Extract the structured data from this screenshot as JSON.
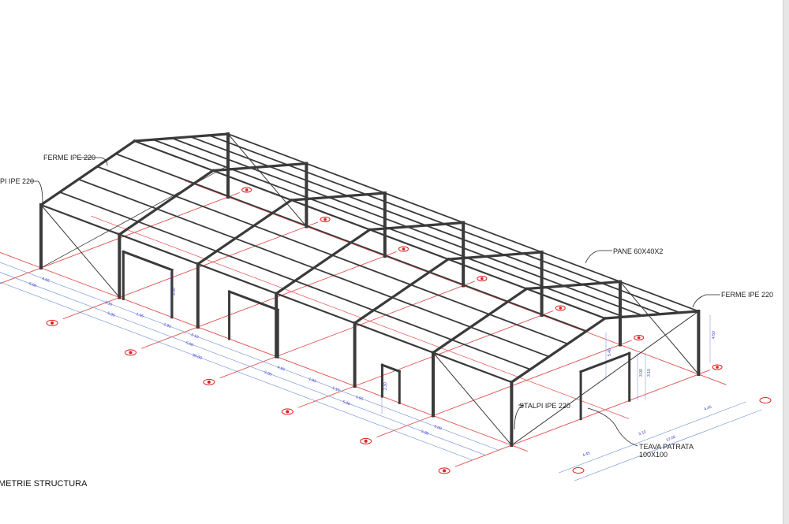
{
  "title": "METRIE STRUCTURA",
  "labels": {
    "ferme_left": "FERME IPE 220",
    "stalpi_left": "PI IPE 220",
    "pane": "PANE 60X40X2",
    "ferme_right": "FERME IPE 220",
    "stalpi_right": "STALPI IPE 220",
    "teava_line1": "TEAVA PATRATA",
    "teava_line2": "100X100"
  },
  "dimensions": {
    "front_row1": [
      "4.95",
      "3.10",
      "1.95",
      "1.95",
      "3.10",
      "4.95",
      "1.95",
      "1.10",
      "1.95",
      "5.00"
    ],
    "front_row2": [
      "5.00",
      "5.00",
      "5.00",
      "5.00",
      "5.00",
      "5.00"
    ],
    "total_length": "30.00",
    "gable_row1": [
      "4.45",
      "3.10",
      "4.45"
    ],
    "gable_width": "12.00",
    "heights": [
      "3.00",
      "2.30",
      "5.40",
      "3.00",
      "3.10",
      "4.50"
    ]
  },
  "colors": {
    "steel": "#3a3a3a",
    "grid": "#e05050",
    "dimension": "#6a8ad8",
    "bubble": "#e02020"
  }
}
